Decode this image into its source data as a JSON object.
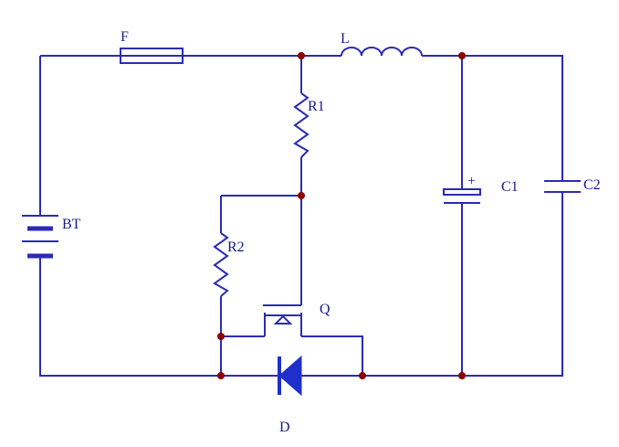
{
  "colors": {
    "wire": "#2b2bb4",
    "junction": "#8b0000",
    "diode_fill": "#1f2fcc",
    "text": "#1a1a8c",
    "background": "#ffffff"
  },
  "labels": {
    "fuse": "F",
    "inductor": "L",
    "r1": "R1",
    "r2": "R2",
    "battery": "BT",
    "c1": "C1",
    "c2": "C2",
    "mosfet": "Q",
    "diode": "D",
    "c1_polarity": "+"
  },
  "junctions": [
    "top-right-of-fuse",
    "c1-top",
    "r1-bottom",
    "r2-bottom",
    "diode-left",
    "diode-right",
    "c1-bottom"
  ]
}
